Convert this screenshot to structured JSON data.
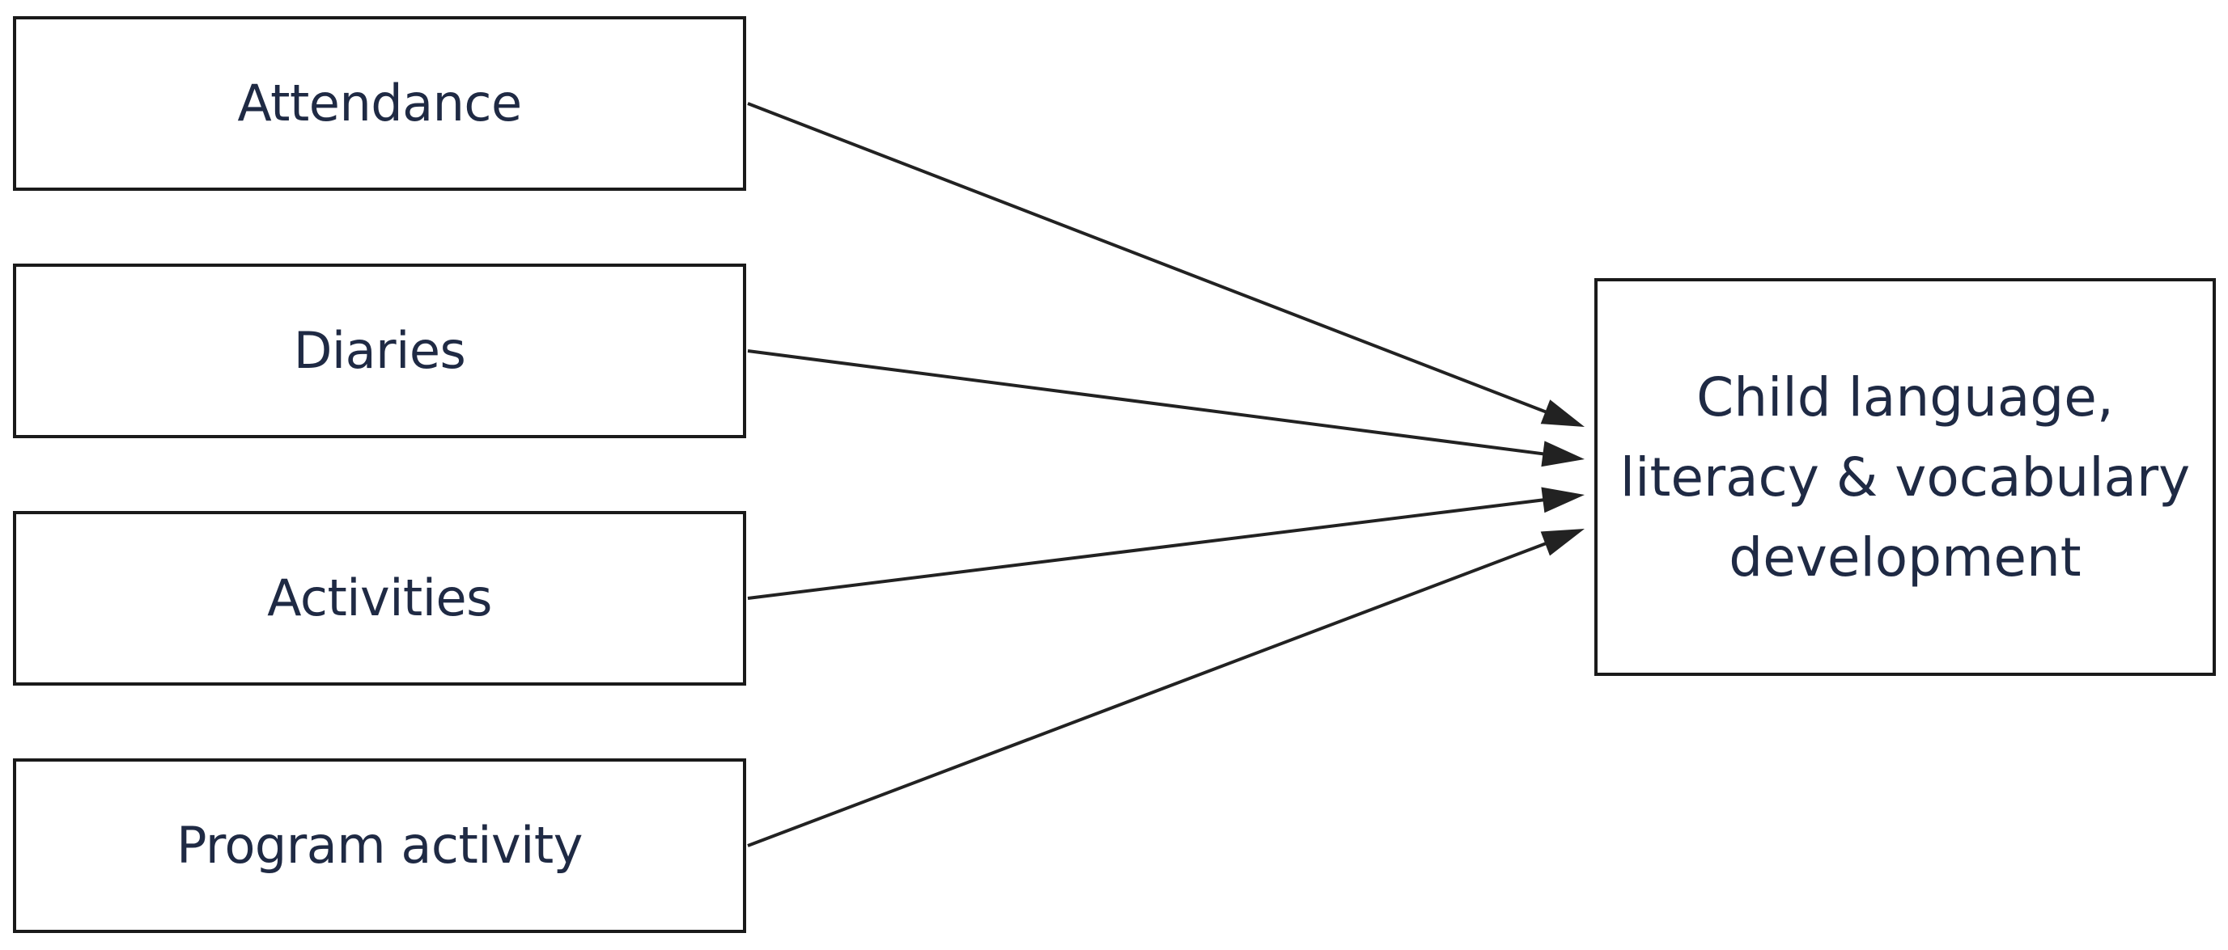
{
  "diagram": {
    "inputs": [
      {
        "id": "attendance",
        "label": "Attendance"
      },
      {
        "id": "diaries",
        "label": "Diaries"
      },
      {
        "id": "activities",
        "label": "Activities"
      },
      {
        "id": "program",
        "label": "Program activity"
      }
    ],
    "outcome": {
      "label": "Child language,\nliteracy & vocabulary\ndevelopment"
    },
    "edges": [
      {
        "from": "attendance",
        "to": "outcome"
      },
      {
        "from": "diaries",
        "to": "outcome"
      },
      {
        "from": "activities",
        "to": "outcome"
      },
      {
        "from": "program",
        "to": "outcome"
      }
    ],
    "colors": {
      "border": "#1a1a1a",
      "text": "#1f2a44",
      "arrow": "#222222"
    }
  }
}
